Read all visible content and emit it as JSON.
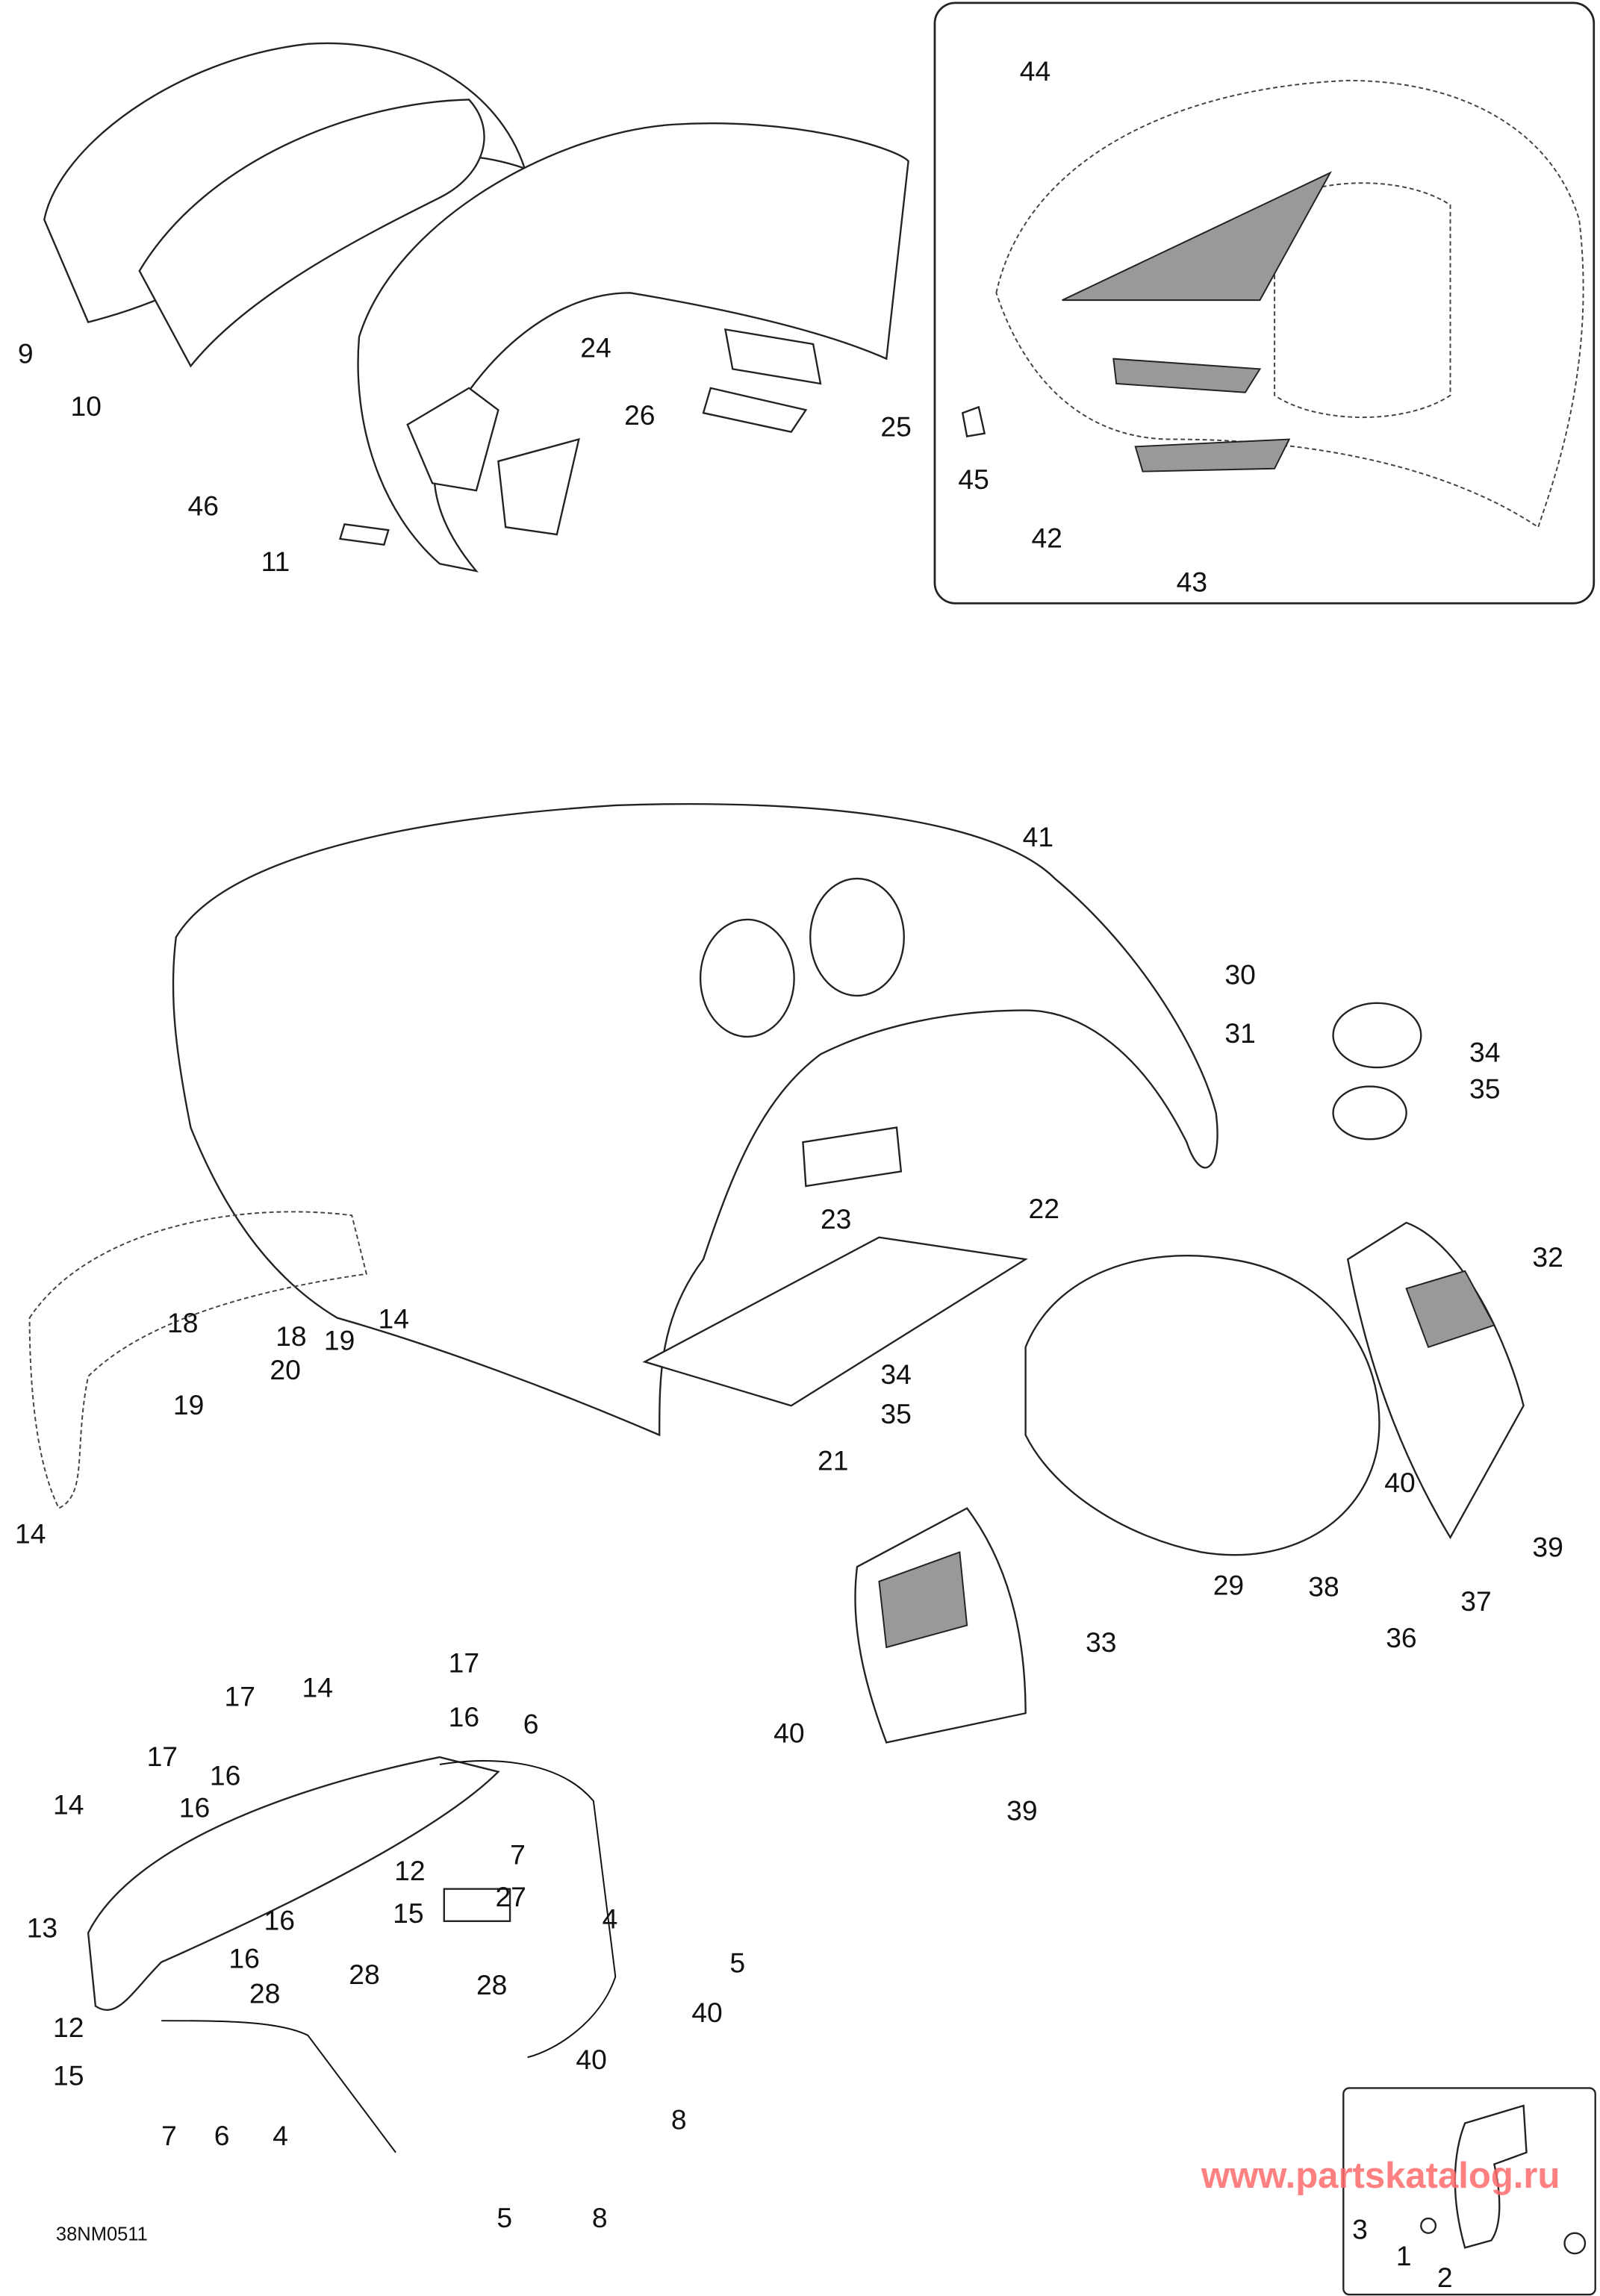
{
  "diagram_code": "38NM0511",
  "watermark": "www.partskatalog.ru",
  "callouts": [
    "9",
    "10",
    "46",
    "11",
    "24",
    "26",
    "25",
    "44",
    "45",
    "42",
    "43",
    "41",
    "30",
    "31",
    "34",
    "35",
    "22",
    "23",
    "32",
    "18",
    "18",
    "19",
    "14",
    "20",
    "19",
    "34",
    "35",
    "21",
    "40",
    "39",
    "14",
    "29",
    "38",
    "37",
    "36",
    "33",
    "17",
    "14",
    "16",
    "17",
    "6",
    "17",
    "16",
    "14",
    "16",
    "7",
    "27",
    "12",
    "40",
    "39",
    "13",
    "4",
    "15",
    "5",
    "16",
    "28",
    "16",
    "28",
    "28",
    "40",
    "12",
    "40",
    "15",
    "7",
    "6",
    "4",
    "8",
    "8",
    "5",
    "3",
    "1",
    "2"
  ]
}
